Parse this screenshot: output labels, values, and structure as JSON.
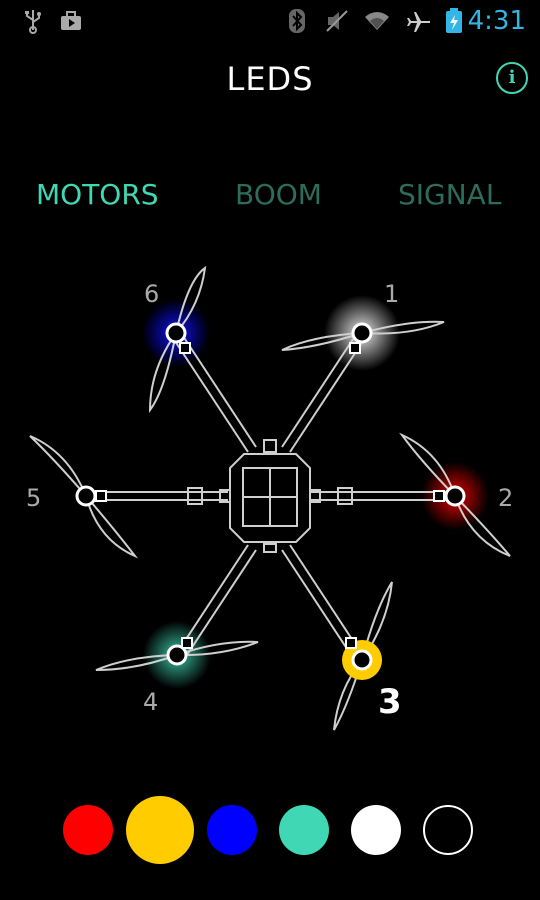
{
  "status_bar": {
    "time": "4:31",
    "icons": [
      "usb-icon",
      "briefcase-icon",
      "bluetooth-icon",
      "mute-icon",
      "wifi-icon",
      "airplane-icon",
      "battery-icon"
    ],
    "accent_color": "#33b5e5"
  },
  "header": {
    "title": "LEDS",
    "info_label": "i"
  },
  "tabs": [
    {
      "label": "MOTORS",
      "active": true
    },
    {
      "label": "BOOM",
      "active": false
    },
    {
      "label": "SIGNAL",
      "active": false
    }
  ],
  "motors": [
    {
      "label": "1",
      "led_color": "#ffffff"
    },
    {
      "label": "2",
      "led_color": "#ff0000"
    },
    {
      "label": "3",
      "led_color": "#ffcc00",
      "selected": true
    },
    {
      "label": "4",
      "led_color": "#40d8b4"
    },
    {
      "label": "5",
      "led_color": "#000000"
    },
    {
      "label": "6",
      "led_color": "#0000ff"
    }
  ],
  "palette": {
    "colors": [
      "#ff0000",
      "#ffcc00",
      "#0000ff",
      "#40d8b4",
      "#ffffff",
      "#000000"
    ],
    "selected_index": 1
  },
  "theme": {
    "accent": "#40d8b4",
    "accent_dim": "#2d6c5b"
  }
}
